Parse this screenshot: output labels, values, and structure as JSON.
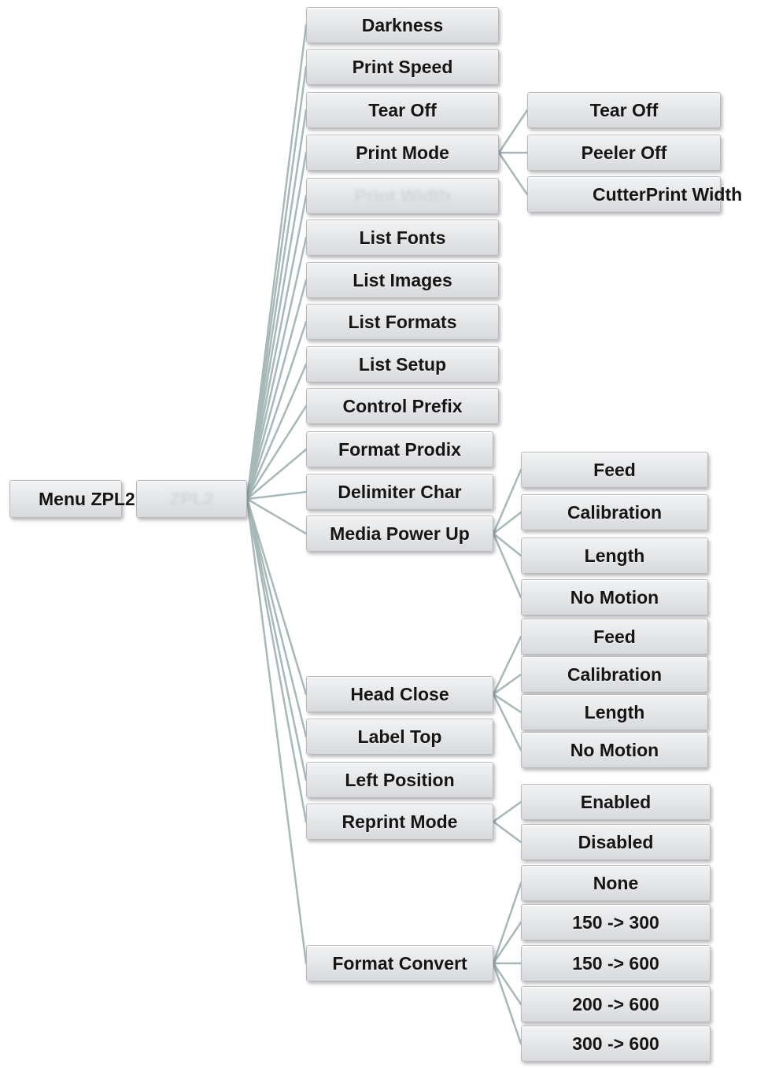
{
  "root": {
    "label": "Menu ZPL2"
  },
  "hub": {
    "label": "ZPL2"
  },
  "items": [
    {
      "label": "Darkness"
    },
    {
      "label": "Print Speed"
    },
    {
      "label": "Tear Off"
    },
    {
      "label": "Print Mode"
    },
    {
      "label": "Print Width"
    },
    {
      "label": "List Fonts"
    },
    {
      "label": "List Images"
    },
    {
      "label": "List Formats"
    },
    {
      "label": "List Setup"
    },
    {
      "label": "Control Prefix"
    },
    {
      "label": "Format Prodix"
    },
    {
      "label": "Delimiter Char"
    },
    {
      "label": "Media Power Up"
    },
    {
      "label": "Head Close"
    },
    {
      "label": "Label Top"
    },
    {
      "label": "Left Position"
    },
    {
      "label": "Reprint Mode"
    },
    {
      "label": "Format Convert"
    }
  ],
  "print_mode_options": [
    {
      "label": "Tear Off"
    },
    {
      "label": "Peeler Off"
    },
    {
      "label": "CutterPrint Width"
    }
  ],
  "media_power_up_options": [
    {
      "label": "Feed"
    },
    {
      "label": "Calibration"
    },
    {
      "label": "Length"
    },
    {
      "label": "No Motion"
    }
  ],
  "head_close_options": [
    {
      "label": "Feed"
    },
    {
      "label": "Calibration"
    },
    {
      "label": "Length"
    },
    {
      "label": "No Motion"
    }
  ],
  "reprint_mode_options": [
    {
      "label": "Enabled"
    },
    {
      "label": "Disabled"
    }
  ],
  "format_convert_options": [
    {
      "label": "None"
    },
    {
      "label": "150 -> 300"
    },
    {
      "label": "150 -> 600"
    },
    {
      "label": "200 -> 600"
    },
    {
      "label": "300 -> 600"
    }
  ],
  "colors": {
    "connector": "#a7b8b8",
    "box_border": "#b6babd",
    "box_fill": "#e3e5e7",
    "text": "#151515"
  }
}
